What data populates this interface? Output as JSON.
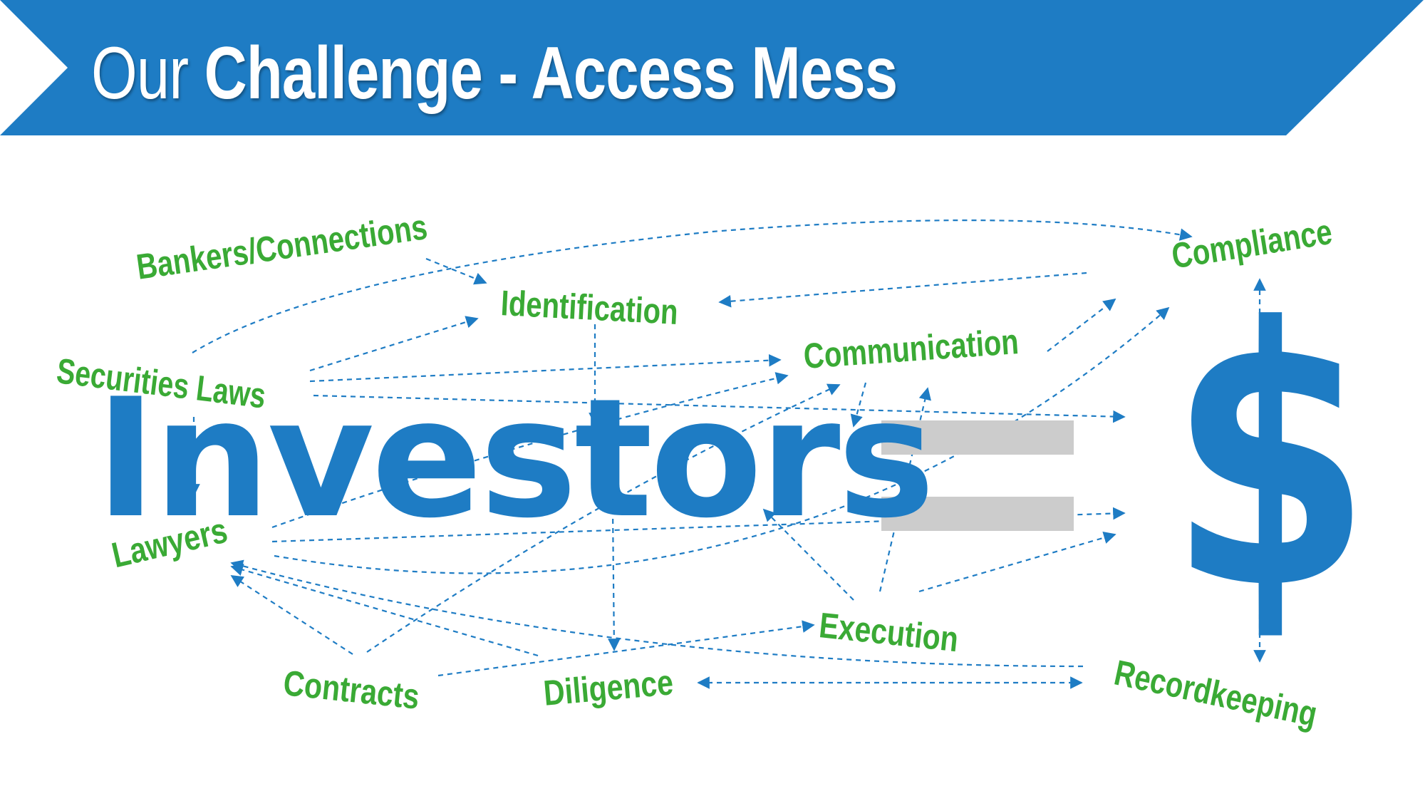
{
  "title": {
    "light": "Our",
    "bold": "Challenge - Access Mess"
  },
  "labels": {
    "bankers": "Bankers/Connections",
    "identification": "Identification",
    "securities_laws": "Securities Laws",
    "communication": "Communication",
    "compliance": "Compliance",
    "lawyers": "Lawyers",
    "execution": "Execution",
    "contracts": "Contracts",
    "diligence": "Diligence",
    "recordkeeping": "Recordkeeping"
  },
  "equation": {
    "left": "Investors",
    "right": "$"
  },
  "colors": {
    "banner": "#1e7cc4",
    "label_green": "#3aaa35",
    "primary_blue": "#1e7cc4",
    "equals_gray": "#cccccc",
    "arrow_blue": "#1e7cc4"
  }
}
